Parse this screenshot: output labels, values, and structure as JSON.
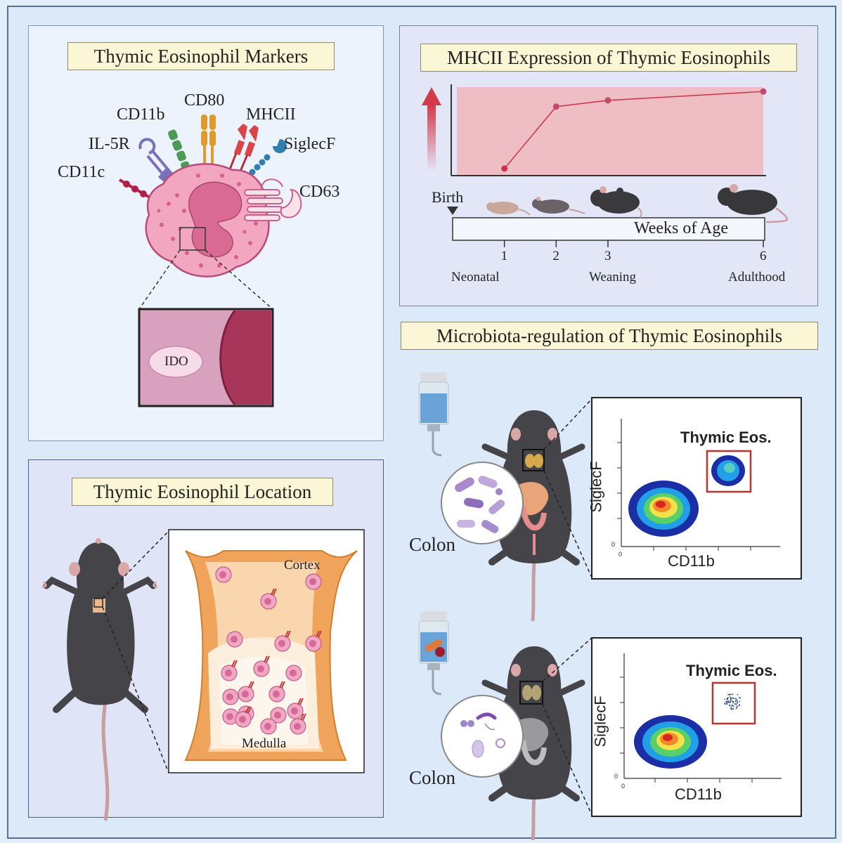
{
  "markers": {
    "title": "Thymic Eosinophil Markers",
    "labels": {
      "cd80": "CD80",
      "cd11b": "CD11b",
      "mhcii": "MHCII",
      "il5r": "IL-5R",
      "siglecf": "SiglecF",
      "cd11c": "CD11c",
      "cd63": "CD63"
    },
    "inset_label": "IDO"
  },
  "mhc": {
    "title": "MHCII Expression of Thymic Eosinophils",
    "birth": "Birth",
    "axis_label": "Weeks of Age",
    "ticks": [
      "1",
      "2",
      "3",
      "6"
    ],
    "stages": [
      "Neonatal",
      "Weaning",
      "Adulthood"
    ],
    "colors": {
      "line": "#c8344a",
      "band": "#efbdc4",
      "arrow": "#d33a4a"
    }
  },
  "chart_data": {
    "type": "line",
    "x": [
      1,
      2,
      3,
      6
    ],
    "y": [
      0.08,
      0.78,
      0.85,
      0.95
    ],
    "xlabel": "Weeks of Age",
    "ylabel": "",
    "xlim": [
      0,
      6
    ]
  },
  "location": {
    "title": "Thymic Eosinophil Location",
    "cortex": "Cortex",
    "medulla": "Medulla"
  },
  "microbiota": {
    "title": "Microbiota-regulation of Thymic Eosinophils",
    "colon_label": "Colon",
    "plot_top": {
      "gate_label": "Thymic Eos.",
      "xlabel": "CD11b",
      "ylabel": "SiglecF",
      "zero_x": "0",
      "zero_y": "0"
    },
    "plot_bottom": {
      "gate_label": "Thymic Eos.",
      "xlabel": "CD11b",
      "ylabel": "SiglecF",
      "zero_x": "0",
      "zero_y": "0"
    }
  }
}
